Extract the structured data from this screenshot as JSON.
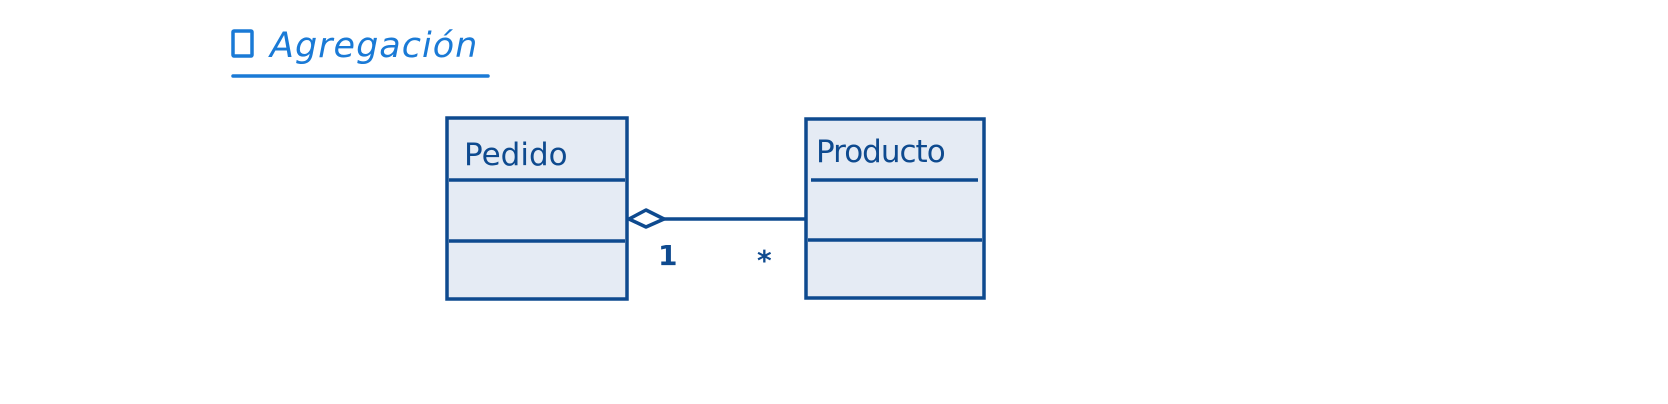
{
  "title": "Agregación",
  "classes": [
    {
      "name": "Pedido"
    },
    {
      "name": "Producto"
    }
  ],
  "association": {
    "type": "aggregation",
    "source_multiplicity": "1",
    "target_multiplicity": "*"
  },
  "colors": {
    "title": "#1a7ad6",
    "stroke": "#0e4a8f",
    "box_fill": "#e5ebf4"
  },
  "icons": {
    "title_marker": "checkbox-square-icon"
  }
}
